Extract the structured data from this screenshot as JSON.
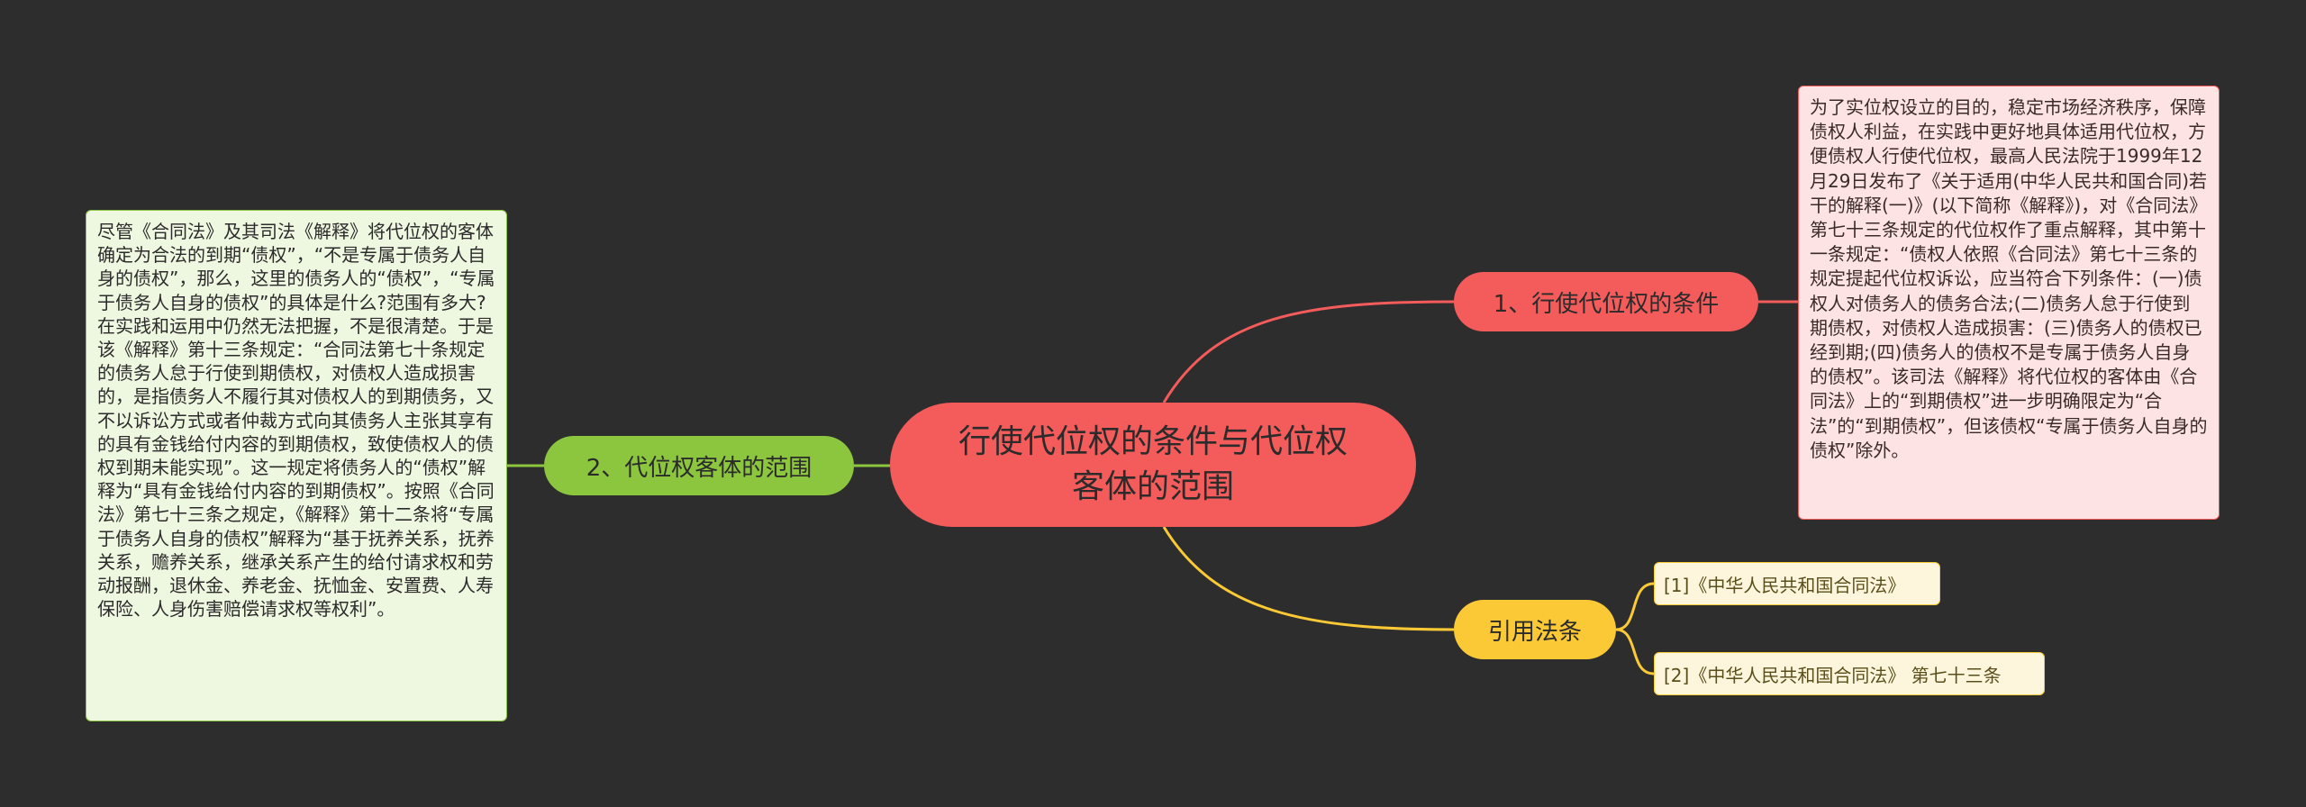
{
  "diagram": {
    "root": {
      "label": "行使代位权的条件与代位权客体的范围"
    },
    "branches": [
      {
        "id": "branch-1",
        "label": "1、行使代位权的条件",
        "color": "#f45b5b",
        "note": "为了实位权设立的目的，稳定市场经济秩序，保障债权人利益，在实践中更好地具体适用代位权，方便债权人行使代位权，最高人民法院于1999年12月29日发布了《关于适用(中华人民共和国合同)若干的解释(一)》(以下简称《解释》)，对《合同法》第七十三条规定的代位权作了重点解释，其中第十一条规定：“债权人依照《合同法》第七十三条的规定提起代位权诉讼，应当符合下列条件：(一)债权人对债务人的债务合法;(二)债务人怠于行使到期债权，对债权人造成损害：(三)债务人的债权已经到期;(四)债务人的债权不是专属于债务人自身的债权”。该司法《解释》将代位权的客体由《合同法》上的“到期债权”进一步明确限定为“合法”的“到期债权”，但该债权“专属于债务人自身的债权”除外。"
      },
      {
        "id": "branch-2",
        "label": "2、代位权客体的范围",
        "color": "#8cc63f",
        "note": "尽管《合同法》及其司法《解释》将代位权的客体确定为合法的到期“债权”，“不是专属于债务人自身的债权”，那么，这里的债务人的“债权”，“专属于债务人自身的债权”的具体是什么?范围有多大?在实践和运用中仍然无法把握，不是很清楚。于是该《解释》第十三条规定：“合同法第七十条规定的债务人怠于行使到期债权，对债权人造成损害的，是指债务人不履行其对债权人的到期债务，又不以诉讼方式或者仲裁方式向其债务人主张其享有的具有金钱给付内容的到期债权，致使债权人的债权到期未能实现”。这一规定将债务人的“债权”解释为“具有金钱给付内容的到期债权”。按照《合同法》第七十三条之规定，《解释》第十二条将“专属于债务人自身的债权”解释为“基于抚养关系，抚养关系，赡养关系，继承关系产生的给付请求权和劳动报酬，退休金、养老金、抚恤金、安置费、人寿保险、人身伤害赔偿请求权等权利”。"
      },
      {
        "id": "branch-3",
        "label": "引用法条",
        "color": "#fbc935",
        "refs": [
          "[1]《中华人民共和国合同法》",
          "[2]《中华人民共和国合同法》 第七十三条"
        ]
      }
    ]
  }
}
